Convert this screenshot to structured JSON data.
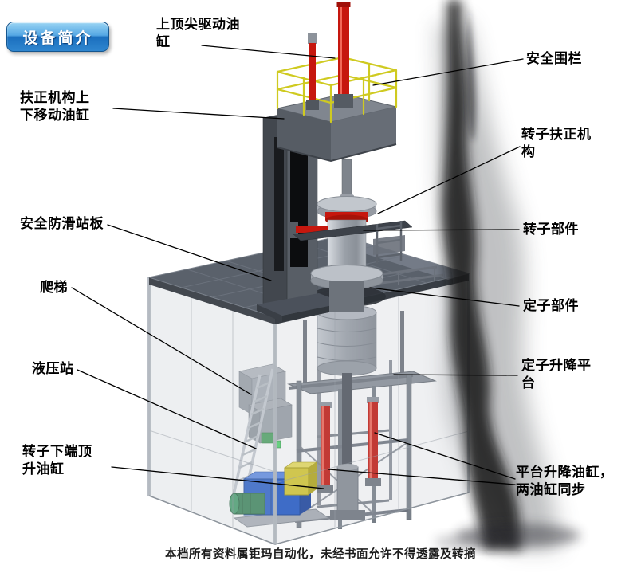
{
  "badge": {
    "label": "设备简介"
  },
  "labels": {
    "top_cylinder": "上顶尖驱动油缸",
    "safety_fence": "安全围栏",
    "centering_cylinder": "扶正机构上下移动油缸",
    "rotor_centering": "转子扶正机构",
    "anti_slip_plate": "安全防滑站板",
    "rotor_part": "转子部件",
    "ladder": "爬梯",
    "stator_part": "定子部件",
    "hydraulic_station": "液压站",
    "stator_platform": "定子升降平台",
    "bottom_jack_cylinder": "转子下端顶升油缸",
    "platform_cylinders": "平台升降油缸，两油缸同步"
  },
  "footer": {
    "text": "本档所有资料属钜玛自动化，未经书面允许不得透露及转摘"
  },
  "colors": {
    "badge_blue_top": "#9ad4f4",
    "badge_blue_bottom": "#1b6fbe",
    "cylinder_red": "#c6170e",
    "railing_yellow": "#cfca20",
    "hydraulic_blue": "#1d56c8",
    "motor_green": "#2e7d4e",
    "enclosure_gray": "#c4cad1",
    "plate_gray": "#5a616b"
  }
}
